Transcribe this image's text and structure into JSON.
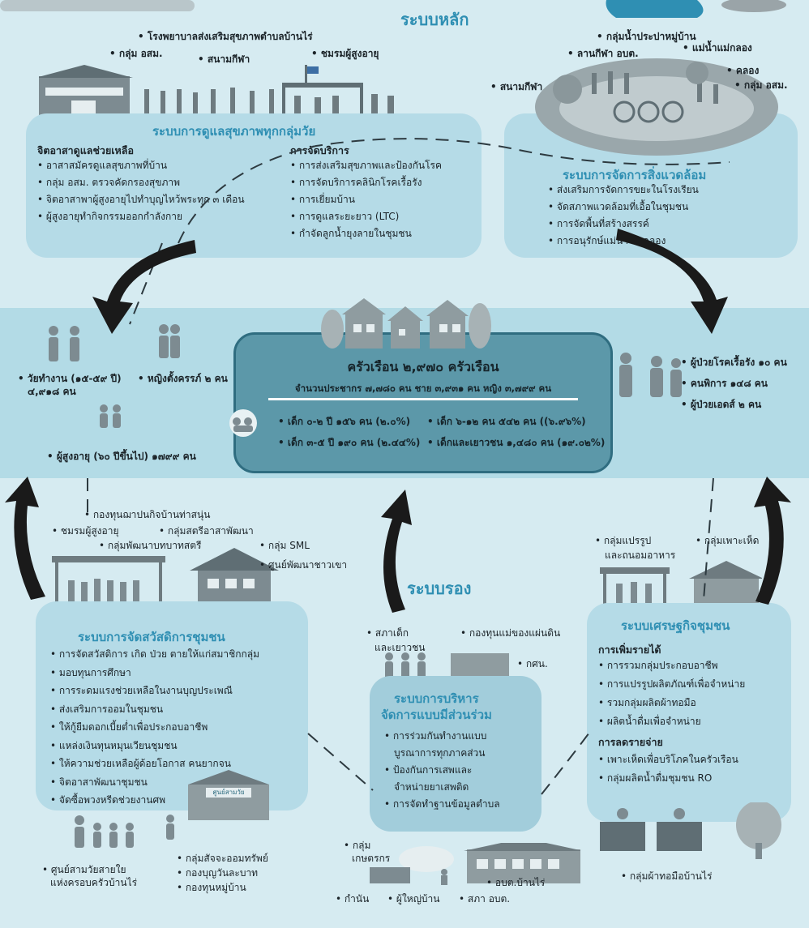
{
  "titles": {
    "main_system": "ระบบหลัก",
    "secondary_system": "ระบบรอง"
  },
  "health": {
    "title": "ระบบการดูแลสุขภาพทุกกลุ่มวัย",
    "col1_heading": "จิตอาสาดูแลช่วยเหลือ",
    "col1_items": [
      "อาสาสมัครดูแลสุขภาพที่บ้าน",
      "กลุ่ม อสม. ตรวจคัดกรองสุขภาพ",
      "จิตอาสาพาผู้สูงอายุไปทำบุญไหว้พระทุก ๓ เดือน",
      "ผู้สูงอายุทำกิจกรรมออกกำลังกาย"
    ],
    "col2_heading": "การจัดบริการ",
    "col2_items": [
      "การส่งเสริมสุขภาพและป้องกันโรค",
      "การจัดบริการคลินิกโรคเรื้อรัง",
      "การเยี่ยมบ้าน",
      "การดูแลระยะยาว (LTC)",
      "กำจัดลูกน้ำยุงลายในชุมชน"
    ],
    "labels": [
      "โรงพยาบาลส่งเสริมสุขภาพตำบลบ้านไร่",
      "กลุ่ม อสม.",
      "สนามกีฬา",
      "ชมรมผู้สูงอายุ"
    ]
  },
  "environment": {
    "title": "ระบบการจัดการสิ่งแวดล้อม",
    "items": [
      "ส่งเสริมการจัดการขยะในโรงเรียน",
      "จัดสภาพแวดล้อมที่เอื้อในชุมชน",
      "การจัดพื้นที่สร้างสรรค์",
      "การอนุรักษ์แม่น้ำ ลำคลอง"
    ],
    "labels": [
      "กลุ่มน้ำประปาหมู่บ้าน",
      "ลานกีฬา อบต.",
      "แม่น้ำแม่กลอง",
      "สนามกีฬา",
      "คลอง",
      "กลุ่ม อสม."
    ]
  },
  "center": {
    "title": "ครัวเรือน ๒,๙๗๐ ครัวเรือน",
    "population": "จำนวนประชากร ๗,๗๘๐ คน ชาย ๓,๙๓๑ คน หญิง ๓,๗๙๙ คน",
    "stats": [
      "เด็ก ๐-๒ ปี ๑๕๖ คน (๒.๐%)",
      "เด็ก ๖-๑๒ คน ๕๔๒ คน ((๖.๙๖%)",
      "เด็ก ๓-๕ ปี ๑๙๐ คน (๒.๔๔%)",
      "เด็กและเยาวชน ๑,๔๘๐ คน (๑๙.๐๒%)"
    ]
  },
  "left_people": {
    "working_age": "วัยทำงาน (๑๕-๕๙ ปี)",
    "working_age_count": "๔,๙๑๘ คน",
    "pregnant": "หญิงตั้งครรภ์ ๒ คน",
    "elderly": "ผู้สูงอายุ (๖๐ ปีขึ้นไป) ๑๗๙๙ คน"
  },
  "right_people": [
    "ผู้ป่วยโรคเรื้อรัง ๑๐ คน",
    "คนพิการ ๑๔๘ คน",
    "ผู้ป่วยเอดส์ ๒ คน"
  ],
  "welfare": {
    "title": "ระบบการจัดสวัสดิการชุมชน",
    "items": [
      "การจัดสวัสดิการ เกิด ป่วย ตายให้แก่สมาชิกกลุ่ม",
      "มอบทุนการศึกษา",
      "การระดมแรงช่วยเหลือในงานบุญประเพณี",
      "ส่งเสริมการออมในชุมชน",
      "ให้กู้ยืมดอกเบี้ยต่ำเพื่อประกอบอาชีพ",
      "แหล่งเงินทุนหมุนเวียนชุมชน",
      "ให้ความช่วยเหลือผู้ด้อยโอกาส คนยากจน",
      "จิตอาสาพัฒนาชุมชน",
      "จัดซื้อพวงหรีดช่วยงานศพ"
    ],
    "labels_top": [
      "กองทุนฌาปนกิจบ้านท่าสนุ่น",
      "ชมรมผู้สูงอายุ",
      "กลุ่มสตรีอาสาพัฒนา",
      "กลุ่มพัฒนาบทบาทสตรี",
      "กลุ่ม SML",
      "ศูนย์พัฒนาชาวเขา"
    ],
    "labels_bottom": [
      "ศูนย์สามวัยสายใย",
      "แห่งครอบครัวบ้านไร่",
      "กลุ่มสัจจะออมทรัพย์",
      "กองบุญวันละบาท",
      "กองทุนหมู่บ้าน"
    ],
    "building_sign": "ศูนย์สามวัย"
  },
  "participation": {
    "title_line1": "ระบบการบริหาร",
    "title_line2": "จัดการแบบมีส่วนร่วม",
    "items": [
      "การร่วมกันทำงานแบบ",
      "บูรณาการทุกภาคส่วน",
      "ป้องกันการเสพและ",
      "จำหน่ายยาเสพติด",
      "การจัดทำฐานข้อมูลตำบล"
    ],
    "labels_top": [
      "สภาเด็ก",
      "และเยาวชน",
      "กองทุนแม่ของแผ่นดิน",
      "กศน."
    ],
    "labels_bottom": [
      "กลุ่ม",
      "เกษตรกร",
      "อบต.บ้านไร่",
      "กำนัน",
      "ผู้ใหญ่บ้าน",
      "สภา อบต."
    ]
  },
  "economy": {
    "title": "ระบบเศรษฐกิจชุมชน",
    "income_heading": "การเพิ่มรายได้",
    "income_items": [
      "การรวมกลุ่มประกอบอาชีพ",
      "การแปรรูปผลิตภัณฑ์เพื่อจำหน่าย",
      "รวมกลุ่มผลิตผ้าทอมือ",
      "ผลิตน้ำดื่มเพื่อจำหน่าย"
    ],
    "expense_heading": "การลดรายจ่าย",
    "expense_items": [
      "เพาะเห็ดเพื่อบริโภคในครัวเรือน",
      "กลุ่มผลิตน้ำดื่มชุมชน RO"
    ],
    "labels": [
      "กลุ่มแปรรูป",
      "และถนอมอาหาร",
      "กลุ่มเพาะเห็ด",
      "กลุ่มผ้าทอมือบ้านไร่"
    ]
  },
  "colors": {
    "background": "#d6ebf1",
    "band": "#b3dbe6",
    "panel": "#b5dbe7",
    "center": "#5c98a9",
    "title": "#2f8fb3",
    "arrow": "#1a1a1a"
  }
}
